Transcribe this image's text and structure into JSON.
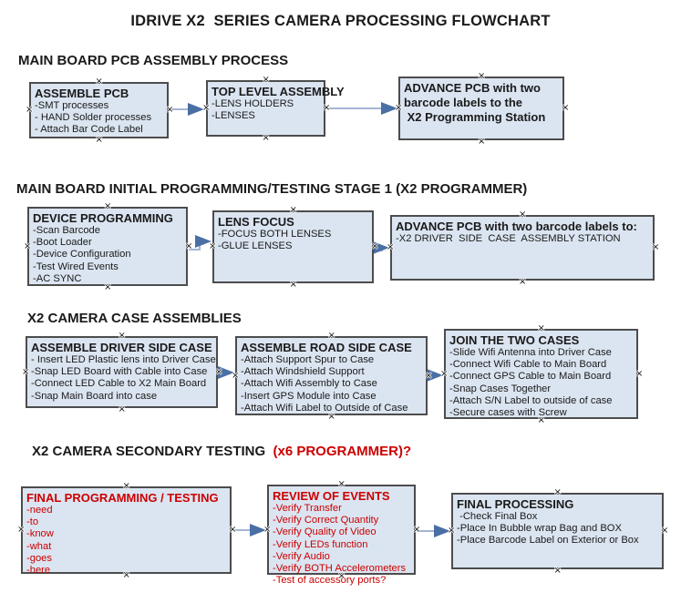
{
  "title": "IDRIVE X2  SERIES CAMERA PROCESSING FLOWCHART",
  "colors": {
    "box_fill": "#dbe5f1",
    "box_border": "#4c4c4c",
    "arrow_line": "#a3b6d4",
    "arrow_head": "#4a6fa5",
    "red_text": "#cc0000"
  },
  "sections": [
    {
      "header": "MAIN BOARD PCB ASSEMBLY PROCESS",
      "boxes": [
        {
          "title": "ASSEMBLE PCB",
          "lines": [
            "-SMT processes",
            "- HAND Solder processes",
            "- Attach Bar Code Label"
          ]
        },
        {
          "title": "TOP LEVEL ASSEMBLY",
          "lines": [
            "-LENS HOLDERS",
            "-LENSES"
          ]
        },
        {
          "title_lines": [
            "ADVANCE PCB with two",
            "barcode labels to the",
            " X2 Programming Station"
          ]
        }
      ]
    },
    {
      "header": "MAIN BOARD INITIAL PROGRAMMING/TESTING STAGE 1 (X2 PROGRAMMER)",
      "boxes": [
        {
          "title": "DEVICE PROGRAMMING",
          "lines": [
            "-Scan Barcode",
            "-Boot Loader",
            "-Device Configuration",
            "-Test Wired Events",
            "-AC SYNC"
          ]
        },
        {
          "title": "LENS FOCUS",
          "lines": [
            "-FOCUS BOTH LENSES",
            "-GLUE LENSES"
          ]
        },
        {
          "title": "ADVANCE PCB with two barcode labels to:",
          "lines": [
            "-X2 DRIVER  SIDE  CASE  ASSEMBLY STATION"
          ]
        }
      ]
    },
    {
      "header": "X2 CAMERA CASE ASSEMBLIES",
      "boxes": [
        {
          "title": "ASSEMBLE DRIVER SIDE CASE",
          "lines": [
            "- Insert LED Plastic lens into Driver Case",
            "-Snap LED Board with Cable into Case",
            "-Connect LED Cable to X2 Main Board",
            "-Snap Main Board into case"
          ]
        },
        {
          "title": "ASSEMBLE ROAD SIDE CASE",
          "lines": [
            "-Attach Support Spur to Case",
            "-Attach Windshield Support",
            "-Attach Wifi Assembly to Case",
            "-Insert GPS Module into Case",
            "-Attach Wifi Label to Outside of Case"
          ]
        },
        {
          "title": "JOIN THE TWO CASES",
          "lines": [
            "-Slide Wifi Antenna into Driver Case",
            "-Connect Wifi Cable to Main Board",
            "-Connect GPS Cable to Main Board",
            "-Snap Cases Together",
            "-Attach S/N Label to outside of case",
            "-Secure cases with Screw"
          ]
        }
      ]
    },
    {
      "header": "X2 CAMERA SECONDARY TESTING",
      "header_suffix": "  (x6 PROGRAMMER)?",
      "boxes": [
        {
          "title": "FINAL PROGRAMMING / TESTING",
          "lines": [
            "-need",
            "-to",
            "-know",
            "-what",
            "-goes",
            "-here"
          ]
        },
        {
          "title": "REVIEW OF EVENTS",
          "lines": [
            "-Verify Transfer",
            "-Verify Correct Quantity",
            "-Verify Quality of Video",
            "-Verify LEDs function",
            "-Verify Audio",
            "-Verify BOTH Accelerometers",
            "-Test of accessory ports?"
          ]
        },
        {
          "title": "FINAL PROCESSING",
          "lines": [
            " -Check Final Box",
            "-Place In Bubble wrap Bag and BOX",
            "-Place Barcode Label on Exterior or Box"
          ]
        }
      ]
    }
  ]
}
